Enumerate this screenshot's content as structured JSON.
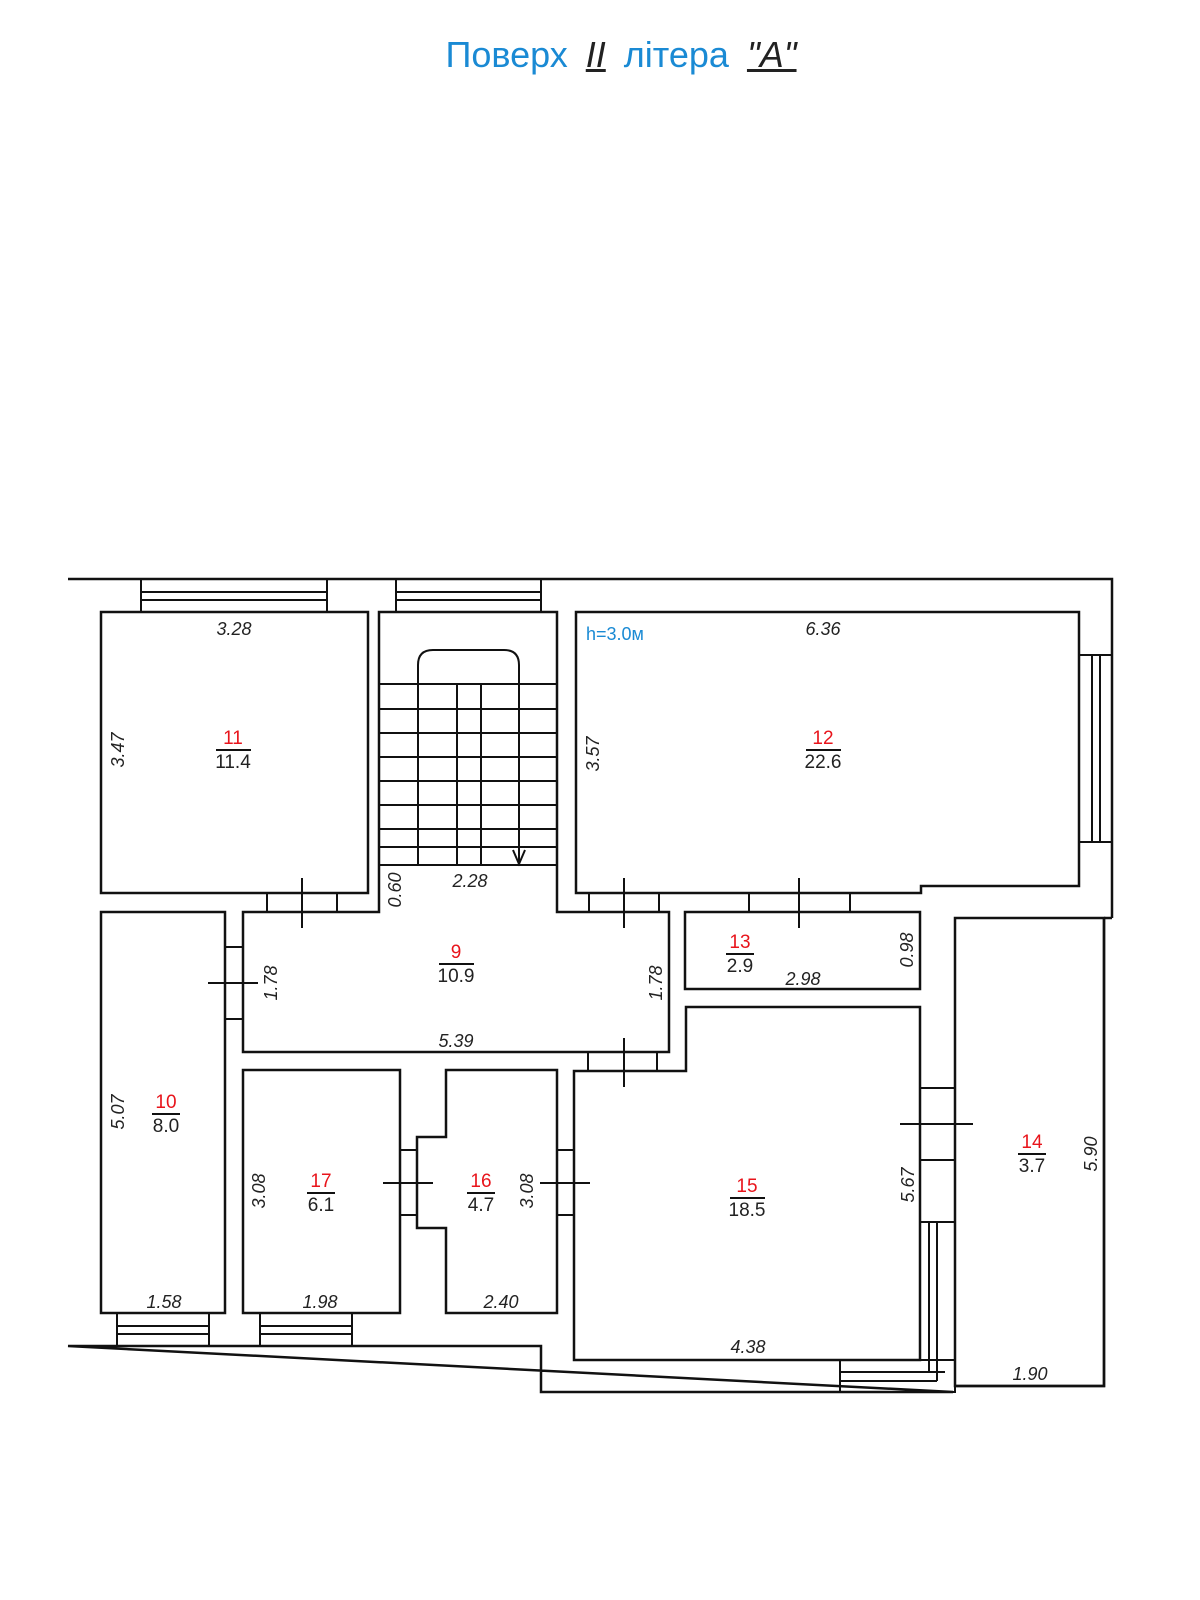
{
  "title": {
    "prefix": "Поверх",
    "floor": "II",
    "middle": "літера",
    "letter": "\"А\""
  },
  "ceiling_height": "h=3.0м",
  "rooms": [
    {
      "number": "9",
      "area": "10.9"
    },
    {
      "number": "10",
      "area": "8.0"
    },
    {
      "number": "11",
      "area": "11.4"
    },
    {
      "number": "12",
      "area": "22.6"
    },
    {
      "number": "13",
      "area": "2.9"
    },
    {
      "number": "14",
      "area": "3.7"
    },
    {
      "number": "15",
      "area": "18.5"
    },
    {
      "number": "16",
      "area": "4.7"
    },
    {
      "number": "17",
      "area": "6.1"
    }
  ],
  "dimensions": {
    "r11_w": "3.28",
    "r11_h": "3.47",
    "r12_w": "6.36",
    "r12_h": "3.57",
    "stair_w": "2.28",
    "stair_d": "0.60",
    "r9_w": "5.39",
    "r9_h_left": "1.78",
    "r9_h_right": "1.78",
    "r13_w": "2.98",
    "r13_h": "0.98",
    "r10_w": "1.58",
    "r10_h": "5.07",
    "r17_w": "1.98",
    "r17_h": "3.08",
    "r16_w": "2.40",
    "r16_h": "3.08",
    "r15_w": "4.38",
    "r15_h": "5.67",
    "r14_w": "1.90",
    "r14_h": "5.90"
  }
}
